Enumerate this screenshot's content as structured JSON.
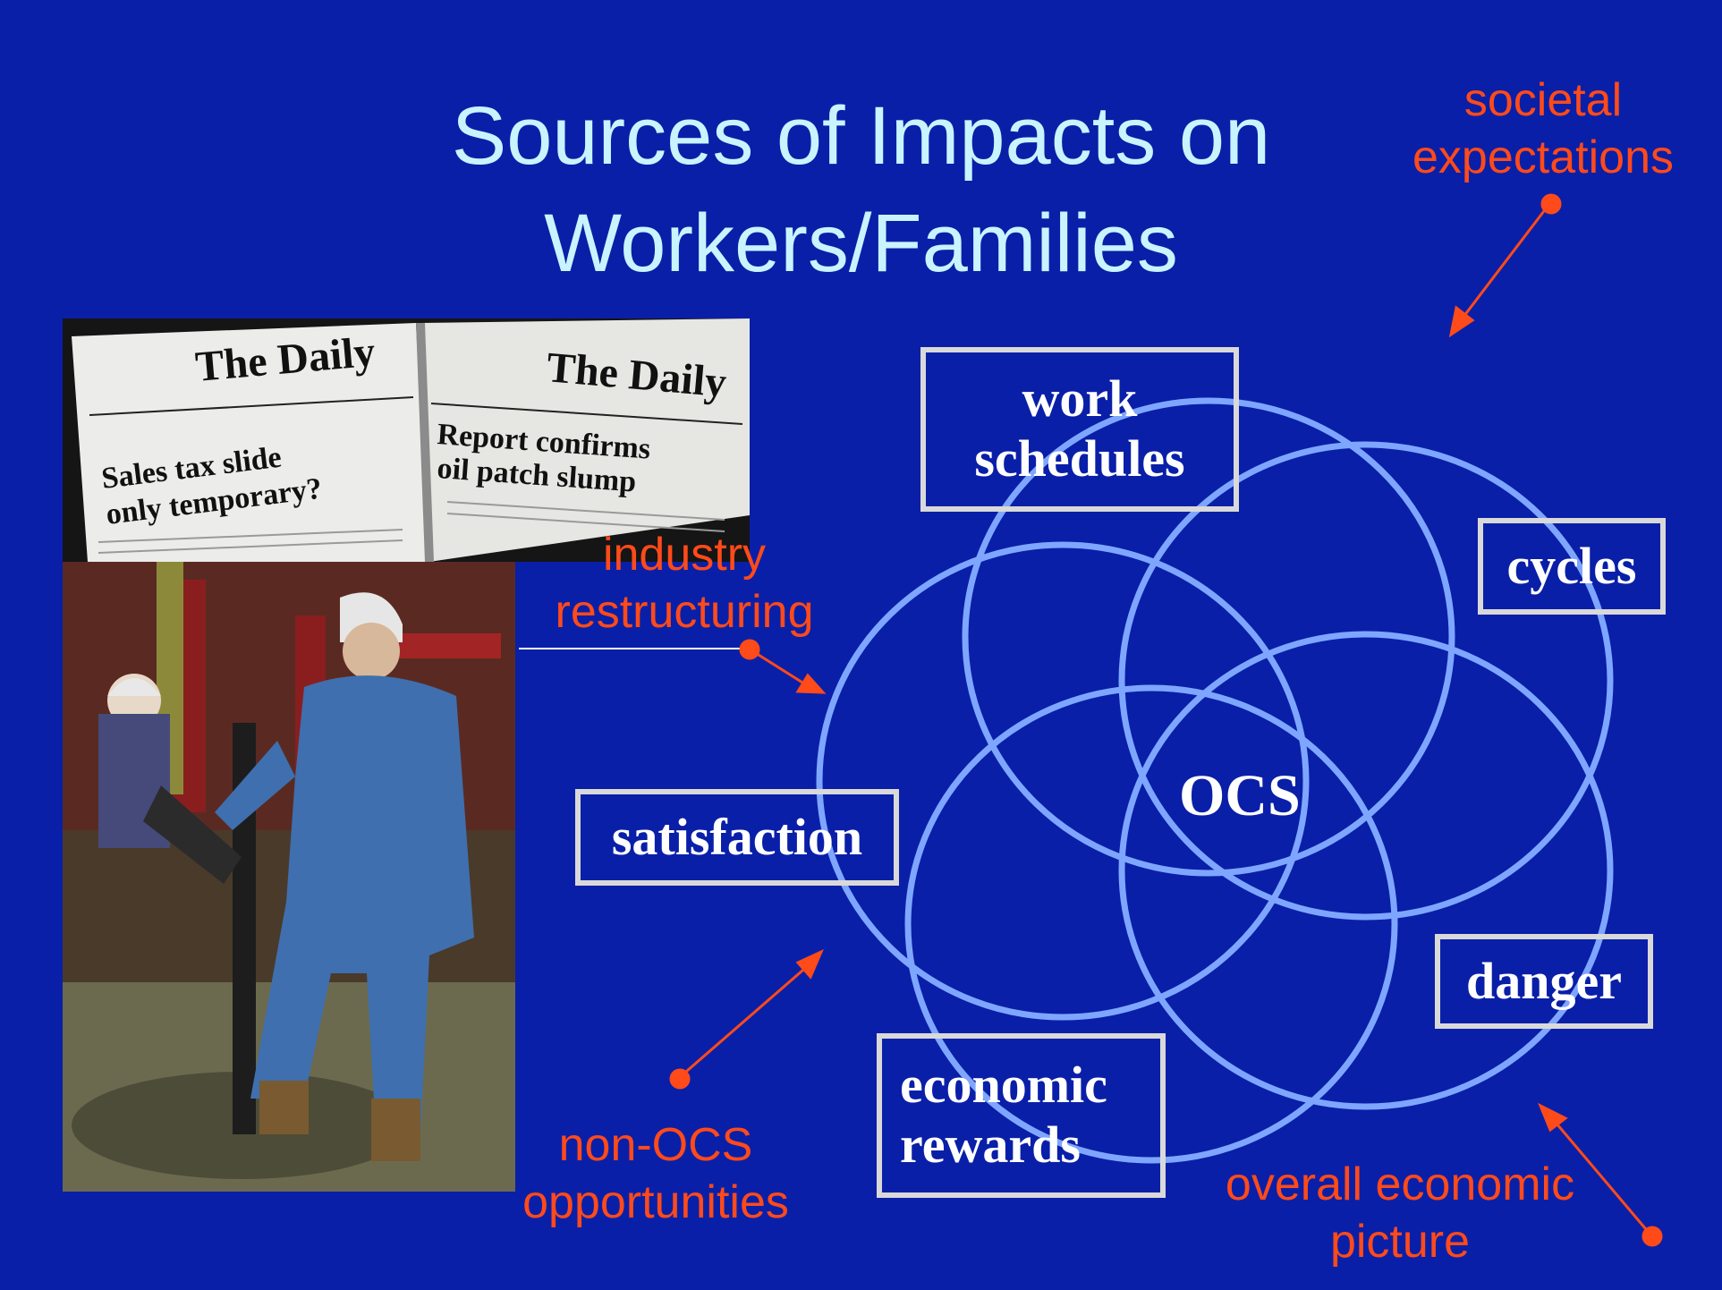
{
  "slide": {
    "title_line1": "Sources of Impacts on",
    "title_line2": "Workers/Families",
    "center_label": "OCS",
    "boxes": {
      "work_schedules": [
        "work",
        "schedules"
      ],
      "cycles": [
        "cycles"
      ],
      "satisfaction": [
        "satisfaction"
      ],
      "danger": [
        "danger"
      ],
      "economic_rewards": [
        "economic",
        "rewards"
      ]
    },
    "external_labels": {
      "societal_expectations": [
        "societal",
        "expectations"
      ],
      "industry_restructuring": [
        "industry",
        "restructuring"
      ],
      "non_ocs_opportunities": [
        "non-OCS",
        "opportunities"
      ],
      "overall_economic_picture": [
        "overall economic",
        "picture"
      ]
    },
    "newspapers": {
      "masthead": "The Daily",
      "left_headline_1": "Sales tax slide",
      "left_headline_2": "only temporary?",
      "right_headline_1": "Report confirms",
      "right_headline_2": "oil patch slump"
    },
    "colors": {
      "background": "#0a1fa8",
      "title": "#c8f4ff",
      "accent_labels": "#ff4a1a",
      "circles": "#7fa6ff",
      "box_border": "#d9d9d9"
    }
  }
}
